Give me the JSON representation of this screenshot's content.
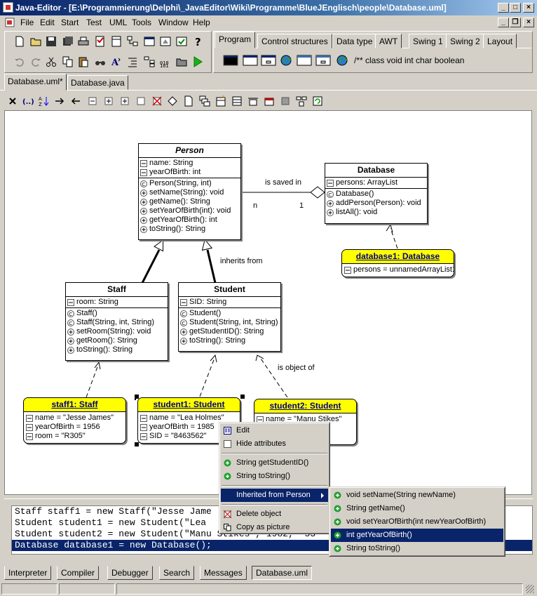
{
  "window": {
    "title": "Java-Editor - [E:\\Programmierung\\Delphi\\_JavaEditor\\Wiki\\Programme\\BlueJEnglisch\\people\\Database.uml]"
  },
  "menu": [
    "File",
    "Edit",
    "Start",
    "Test",
    "UML",
    "Tools",
    "Window",
    "Help"
  ],
  "palette_tabs": [
    "Program",
    "Control structures",
    "Data type",
    "AWT",
    "Swing 1",
    "Swing 2",
    "Layout"
  ],
  "keywords": "/** class  void  int  char  boolean",
  "file_tabs": [
    "Database.uml*",
    "Database.java"
  ],
  "classes": {
    "person": {
      "name": "Person",
      "attributes": [
        "name: String",
        "yearOfBirth: int"
      ],
      "methods": [
        "Person(String, int)",
        "setName(String): void",
        "getName(): String",
        "setYearOfBirth(int): void",
        "getYearOfBirth(): int",
        "toString(): String"
      ]
    },
    "database": {
      "name": "Database",
      "attributes": [
        "persons: ArrayList"
      ],
      "methods": [
        "Database()",
        "addPerson(Person): void",
        "listAll(): void"
      ]
    },
    "staff": {
      "name": "Staff",
      "attributes": [
        "room: String"
      ],
      "methods": [
        "Staff()",
        "Staff(String, int, String)",
        "setRoom(String): void",
        "getRoom(): String",
        "toString(): String"
      ]
    },
    "student": {
      "name": "Student",
      "attributes": [
        "SID: String"
      ],
      "methods": [
        "Student()",
        "Student(String, int, String)",
        "getStudentID(): String",
        "toString(): String"
      ]
    }
  },
  "objects": {
    "database1": {
      "name": "database1: Database",
      "fields": [
        "persons = unnamedArrayList1"
      ]
    },
    "staff1": {
      "name": "staff1: Staff",
      "fields": [
        "name = \"Jesse James\"",
        "yearOfBirth = 1956",
        "room = \"R305\""
      ]
    },
    "student1": {
      "name": "student1: Student",
      "fields": [
        "name = \"Lea Holmes\"",
        "yearOfBirth = 1985",
        "SID = \"8463562\""
      ]
    },
    "student2": {
      "name": "student2: Student",
      "fields": [
        "name = \"Manu Stikes\""
      ]
    }
  },
  "labels": {
    "saved_in": "is saved in",
    "mult_n": "n",
    "mult_1": "1",
    "inherits_from": "inherits from",
    "is_object_of": "is object of"
  },
  "interpreter_lines": [
    "Staff staff1 = new Staff(\"Jesse Jame",
    "Student student1 = new Student(\"Lea ",
    "Student student2 = new Student(\"Manu Stikes\", 1982, \"53",
    "Database database1 = new Database();"
  ],
  "bottom_tabs": [
    "Interpreter",
    "Compiler",
    "Debugger",
    "Search",
    "Messages",
    "Database.uml"
  ],
  "context_menu": {
    "items": [
      "Edit",
      "Hide attributes",
      "String getStudentID()",
      "String toString()",
      "Inherited from Person",
      "Delete object",
      "Copy as picture"
    ]
  },
  "submenu": {
    "items": [
      "void setName(String newName)",
      "String getName()",
      "void setYearOfBirth(int newYearOofBirth)",
      "int getYearOfBirth()",
      "String toString()"
    ]
  },
  "colors": {
    "title_start": "#0a246a",
    "title_end": "#a6caf0",
    "object_header": "#ffff00",
    "selection": "#0a246a",
    "method_icon": "#1e9e2e"
  }
}
